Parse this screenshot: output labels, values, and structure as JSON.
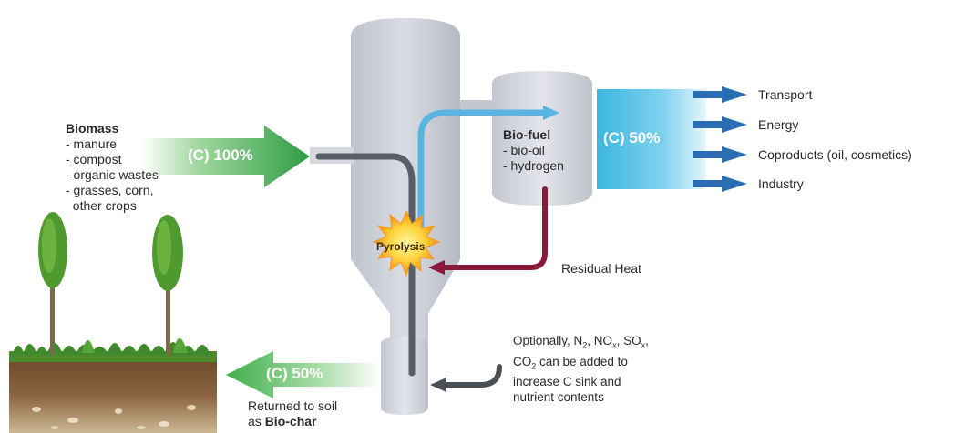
{
  "biomass": {
    "title": "Biomass",
    "items": [
      "- manure",
      "- compost",
      "- organic wastes",
      "- grasses, corn,",
      "  other crops"
    ]
  },
  "inflow_label": "(C) 100%",
  "pyrolysis_label": "Pyrolysis",
  "biofuel": {
    "title": "Bio-fuel",
    "items": [
      "- bio-oil",
      "- hydrogen"
    ]
  },
  "outflow_label": "(C) 50%",
  "outputs": [
    "Transport",
    "Energy",
    "Coproducts (oil, cosmetics)",
    "Industry"
  ],
  "residual_heat": "Residual Heat",
  "biochar": {
    "flow_label": "(C) 50%",
    "caption_line1": "Returned to soil",
    "caption_prefix": "as ",
    "caption_bold": "Bio-char"
  },
  "note": {
    "line1_prefix": "Optionally, N",
    "line1_sub1": "2",
    "line1_mid1": ", NO",
    "line1_sub2": "x",
    "line1_mid2": ", SO",
    "line1_sub3": "x",
    "line1_end": ",",
    "line2_prefix": "CO",
    "line2_sub": "2",
    "line2_end": " can be added to",
    "line3": "increase C sink and",
    "line4": "nutrient contents"
  },
  "colors": {
    "green": "#3aa64a",
    "blue": "#2a6db5",
    "cyan": "#4fc3e8",
    "maroon": "#8b1a3a",
    "reactor": "#c9ccd6",
    "dark_pipe": "#5a5f66"
  }
}
